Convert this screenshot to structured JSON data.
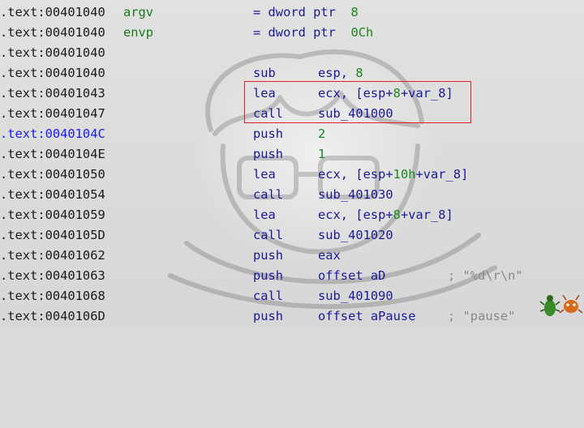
{
  "rows": [
    {
      "addr": ".text:00401040",
      "label": "argv",
      "eq": "= dword ptr",
      "eq_num": "8"
    },
    {
      "addr": ".text:00401040",
      "label": "envp",
      "eq": "= dword ptr",
      "eq_num": "0Ch"
    },
    {
      "addr": ".text:00401040"
    },
    {
      "addr": ".text:00401040",
      "mnem": "sub",
      "ops_pre": "esp, ",
      "ops_num": "8"
    },
    {
      "addr": ".text:00401043",
      "mnem": "lea",
      "ops_pre": "ecx, [esp+",
      "ops_num": "8",
      "ops_post": "+var_8]"
    },
    {
      "addr": ".text:00401047",
      "mnem": "call",
      "ops_pre": "sub_401000"
    },
    {
      "addr": ".text:0040104C",
      "mnem": "push",
      "ops_num": "2",
      "addr_highlight": true
    },
    {
      "addr": ".text:0040104E",
      "mnem": "push",
      "ops_num": "1"
    },
    {
      "addr": ".text:00401050",
      "mnem": "lea",
      "ops_pre": "ecx, [esp+",
      "ops_num": "10h",
      "ops_post": "+var_8]"
    },
    {
      "addr": ".text:00401054",
      "mnem": "call",
      "ops_pre": "sub_401030"
    },
    {
      "addr": ".text:00401059",
      "mnem": "lea",
      "ops_pre": "ecx, [esp+",
      "ops_num": "8",
      "ops_post": "+var_8]"
    },
    {
      "addr": ".text:0040105D",
      "mnem": "call",
      "ops_pre": "sub_401020"
    },
    {
      "addr": ".text:00401062",
      "mnem": "push",
      "ops_pre": "eax"
    },
    {
      "addr": ".text:00401063",
      "mnem": "push",
      "ops_pre": "offset aD",
      "comment": "; \"%d\\r\\n\""
    },
    {
      "addr": ".text:00401068",
      "mnem": "call",
      "ops_pre": "sub_401090"
    },
    {
      "addr": ".text:0040106D",
      "mnem": "push",
      "ops_pre": "offset aPause",
      "comment": "; \"pause\""
    }
  ],
  "colors": {
    "background": "#dcdcdc",
    "address": "#1a1a1a",
    "address_highlight": "#1a1aff",
    "label": "#1a7a1a",
    "mnemonic": "#1a1a9a",
    "number": "#1a8a1a",
    "comment": "#8a8a8a",
    "box": "#e0202a"
  },
  "icons": {
    "watermark": "cartoon-character-watermark",
    "corner": "bug-logo"
  }
}
